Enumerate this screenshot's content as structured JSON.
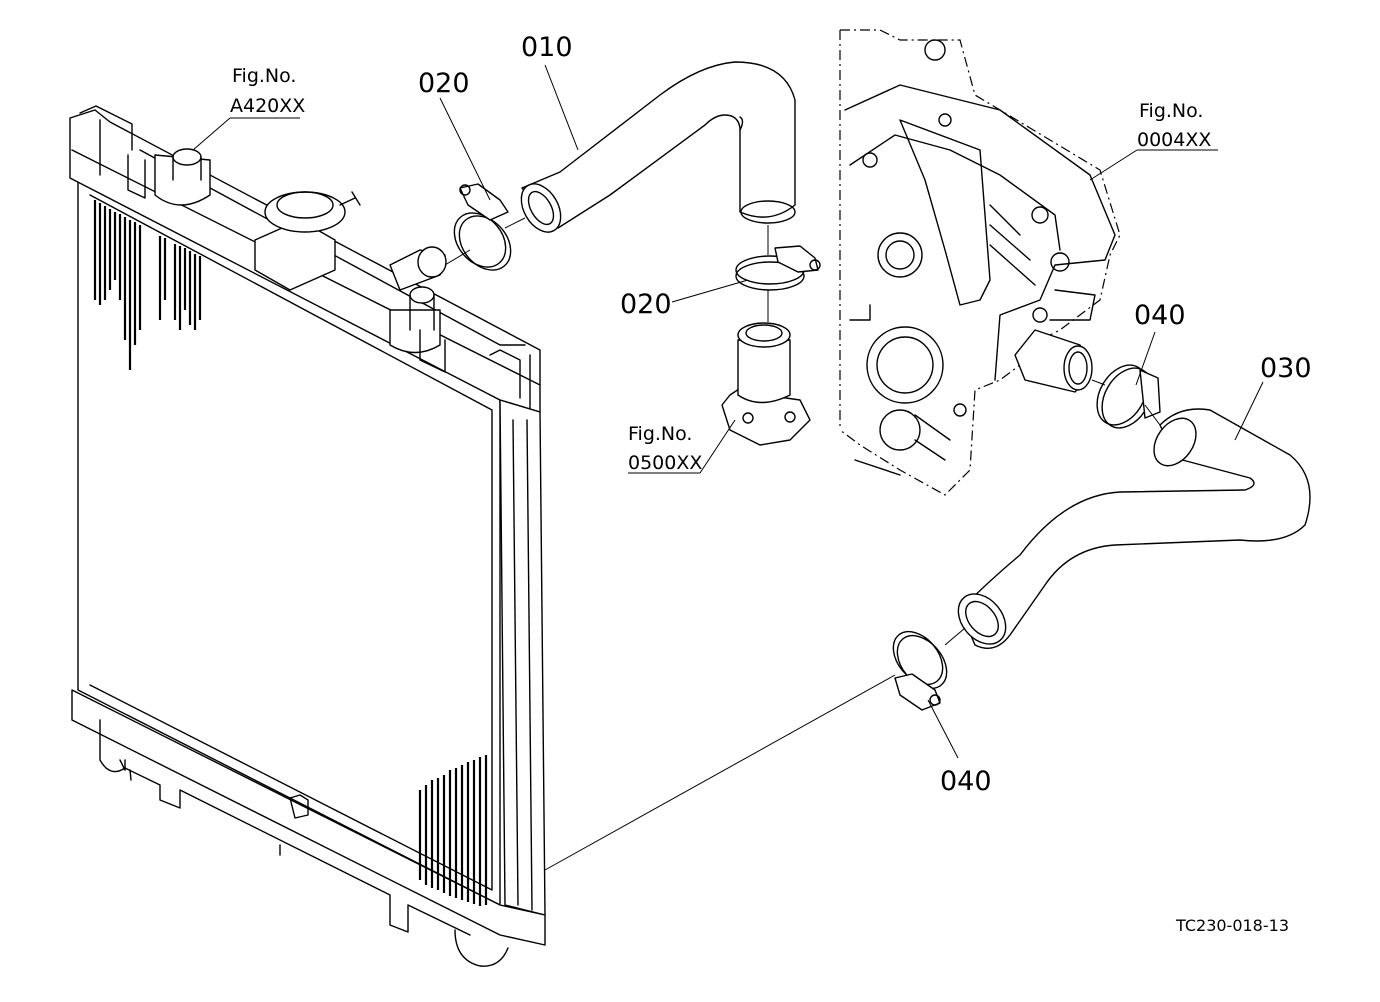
{
  "callouts": {
    "p010": "010",
    "p020_upper": "020",
    "p020_lower": "020",
    "p030": "030",
    "p040_upper": "040",
    "p040_lower": "040"
  },
  "figure_refs": {
    "radiator": {
      "line1": "Fig.No.",
      "line2": "A420XX"
    },
    "engine": {
      "line1": "Fig.No.",
      "line2": "0004XX"
    },
    "thermostat": {
      "line1": "Fig.No.",
      "line2": "0500XX"
    }
  },
  "drawing_code": "TC230-018-13"
}
